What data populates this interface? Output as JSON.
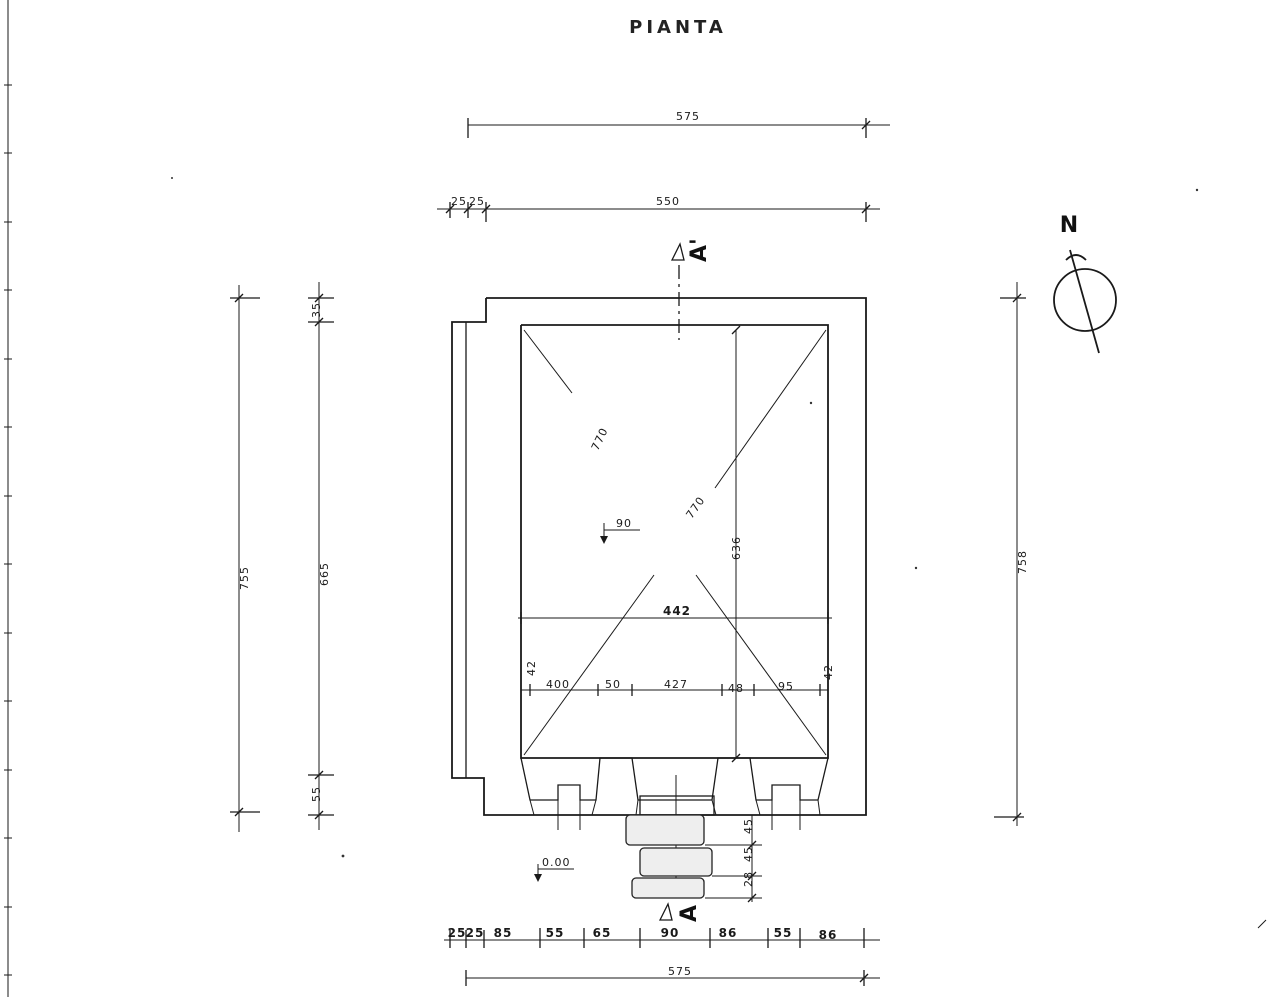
{
  "title": "PIANTA",
  "north": "N",
  "section_top": "A'",
  "section_bottom": "A",
  "dims": {
    "top_outer": "575",
    "top_inner": "550",
    "top_w1": "25",
    "top_w2": "25",
    "left_total": "755",
    "left_inner": "665",
    "left_top": "35",
    "left_bottom": "55",
    "right_total": "758",
    "diag_upper": "770",
    "diag_lower": "770",
    "inner_height": "636",
    "inner_width": "442",
    "seg_42_left": "42",
    "seg_400": "400",
    "seg_50": "50",
    "seg_427": "427",
    "seg_48": "48",
    "seg_95": "95",
    "seg_42_right": "42",
    "level_inner": "90",
    "level_outside": "0.00",
    "step_45a": "45",
    "step_45b": "45",
    "step_28": "28",
    "bottom_25a": "25",
    "bottom_25b": "25",
    "bottom_85a": "85",
    "bottom_55a": "55",
    "bottom_65": "65",
    "bottom_90": "90",
    "bottom_86a": "86",
    "bottom_55b": "55",
    "bottom_86b": "86",
    "bottom_total": "575"
  }
}
